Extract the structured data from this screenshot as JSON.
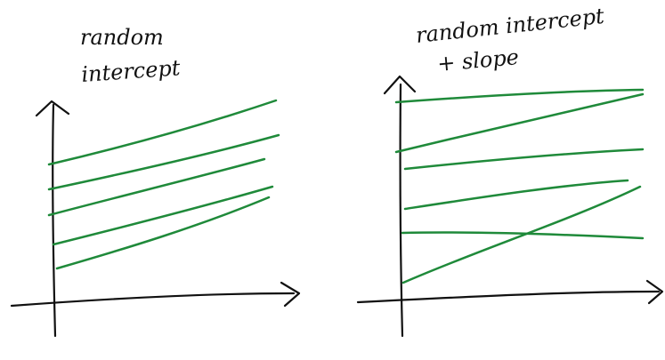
{
  "colors": {
    "ink": "#111111",
    "line": "#1f8a3a",
    "background": "#ffffff"
  },
  "panels": [
    {
      "title_line1": "random",
      "title_line2": "intercept",
      "line_count": 5
    },
    {
      "title_line1": "random intercept",
      "title_line2": "+ slope",
      "line_count": 6
    }
  ]
}
